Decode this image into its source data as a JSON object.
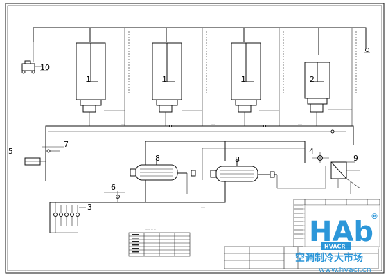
{
  "drawing": {
    "equipment_labels": {
      "compressor_a": "1",
      "compressor_b": "1",
      "compressor_c": "1",
      "compressor_d": "2",
      "item_3": "3",
      "item_4": "4",
      "item_5": "5",
      "item_6": "6",
      "item_7": "7",
      "condenser_left": "8",
      "condenser_right": "8",
      "item_9": "9",
      "item_10": "10"
    }
  },
  "watermark": {
    "logo_letters": "HAb",
    "registered_mark": "®",
    "brand": "HVACR",
    "slogan": "空调制冷大市场",
    "url": "www.hvacr.cn",
    "colors": {
      "primary": "#1c8fd6"
    }
  }
}
